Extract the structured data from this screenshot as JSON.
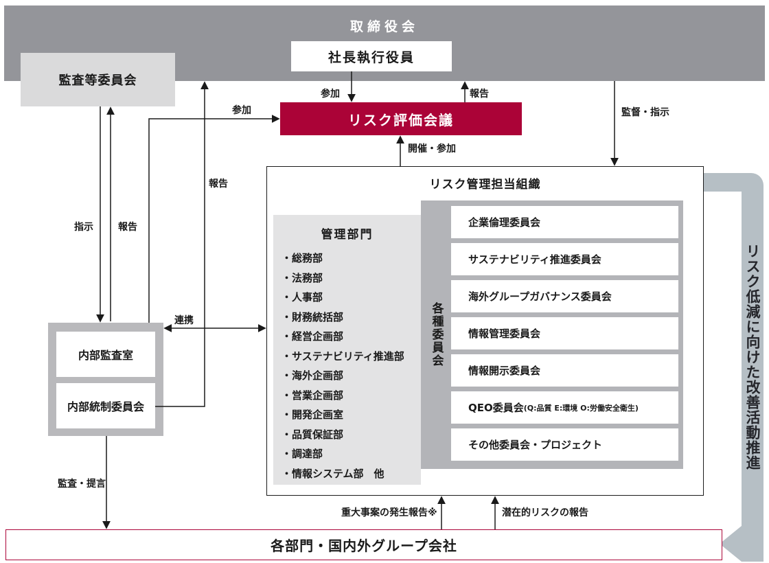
{
  "colors": {
    "accent_red": "#ab0337",
    "band_gray": "#94959a",
    "panel_light": "#e3e3e4",
    "panel_dark": "#b3b4b8",
    "frame_gray": "#b9b9bc",
    "side_arrow_gray": "#b6bfc5"
  },
  "board": {
    "label": "取締役会"
  },
  "president": {
    "label": "社長執行役員"
  },
  "audit_committee": {
    "label": "監査等委員会"
  },
  "risk_eval": {
    "label": "リスク評価会議"
  },
  "org": {
    "title": "リスク管理担当組織",
    "mgmt": {
      "title": "管理部門",
      "departments": [
        "・総務部",
        "・法務部",
        "・人事部",
        "・財務統括部",
        "・経営企画部",
        "・サステナビリティ推進部",
        "・海外企画部",
        "・営業企画部",
        "・開発企画室",
        "・品質保証部",
        "・調達部",
        "・情報システム部　他"
      ]
    },
    "committees": {
      "band": "各種委員会",
      "items": [
        {
          "label": "企業倫理委員会",
          "note": ""
        },
        {
          "label": "サステナビリティ推進委員会",
          "note": ""
        },
        {
          "label": "海外グループガバナンス委員会",
          "note": ""
        },
        {
          "label": "情報管理委員会",
          "note": ""
        },
        {
          "label": "情報開示委員会",
          "note": ""
        },
        {
          "label": "QEO委員会",
          "note": "(Q:品質 E:環境 O:労働安全衛生)"
        },
        {
          "label": "その他委員会・プロジェクト",
          "note": ""
        }
      ]
    }
  },
  "internal": {
    "audit_office": "内部監査室",
    "control_committee": "内部統制委員会"
  },
  "bottom": {
    "label": "各部門・国内外グループ会社"
  },
  "side_arrow": {
    "label": "リスク低減に向けた改善活動推進"
  },
  "arrow_labels": {
    "participate_president": "参加",
    "report_president": "報告",
    "supervise_direct": "監督・指示",
    "hold_participate": "開催・参加",
    "participate_audit_office": "参加",
    "report_board": "報告",
    "direct": "指示",
    "report_audit": "報告",
    "cooperate": "連携",
    "audit_propose": "監査・提言",
    "serious_incident_report": "重大事案の発生報告※",
    "potential_risk_report": "潜在的リスクの報告"
  }
}
